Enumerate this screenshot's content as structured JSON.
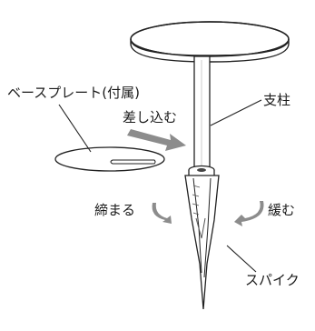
{
  "labels": {
    "base_plate": "ベースプレート(付属)",
    "insert": "差し込む",
    "post": "支柱",
    "tighten": "締まる",
    "loosen": "緩む",
    "spike": "スパイク"
  },
  "colors": {
    "outline": "#222222",
    "arrow_gray": "#8c8c8c",
    "shade_light": "#f2f2f2",
    "shade_mid": "#d9d9d9",
    "shade_dark": "#555555"
  },
  "icons": [
    "round-table-top",
    "support-post",
    "base-plate",
    "screw-spike",
    "insert-arrow",
    "rotate-arrow"
  ]
}
